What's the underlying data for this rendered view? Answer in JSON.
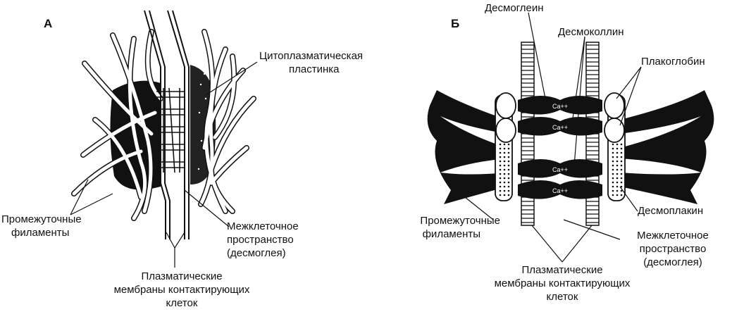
{
  "panel_a": {
    "letter": "А",
    "labels": {
      "plaque_1": "Цитоплазматическая",
      "plaque_2": "пластинка",
      "filaments_1": "Промежуточные",
      "filaments_2": "филаменты",
      "space_1": "Межклеточное",
      "space_2": "пространство",
      "space_3": "(десмоглея)",
      "membranes_1": "Плазматические",
      "membranes_2": "мембраны контактирующих",
      "membranes_3": "клеток"
    }
  },
  "panel_b": {
    "letter": "Б",
    "labels": {
      "desmoglein": "Десмоглеин",
      "desmocollin": "Десмоколлин",
      "plakoglobin": "Плакоглобин",
      "desmoplakin": "Десмоплакин",
      "filaments_1": "Промежуточные",
      "filaments_2": "филаменты",
      "space_1": "Межклеточное",
      "space_2": "пространство",
      "space_3": "(десмоглея)",
      "membranes_1": "Плазматические",
      "membranes_2": "мембраны контактирующих",
      "membranes_3": "клеток",
      "ca_1": "Ca++",
      "ca_2": "Ca++",
      "ca_3": "Ca++",
      "ca_4": "Ca++"
    }
  }
}
